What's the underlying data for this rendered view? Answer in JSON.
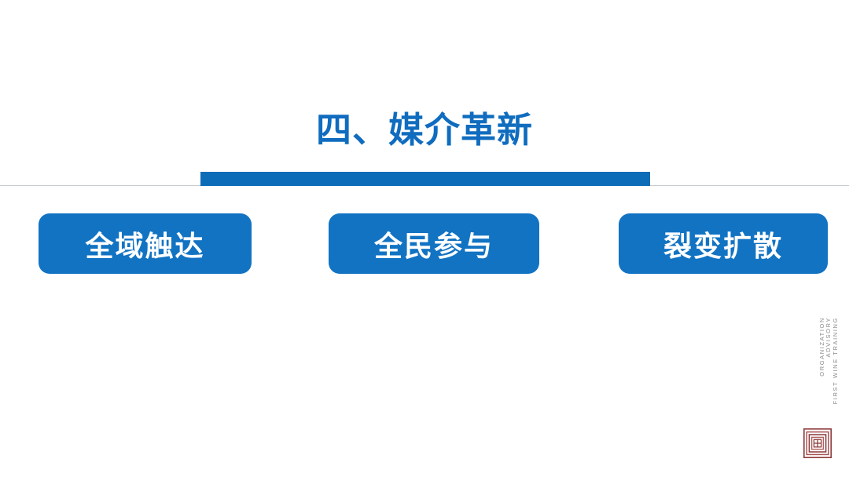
{
  "slide": {
    "background_color": "#ffffff",
    "title": "四、媒介革新",
    "title_color": "#0F6CBF",
    "accent_bar_color": "#0D6CB8",
    "rule_color": "#c9cdd2"
  },
  "pills": {
    "color": "#1273C3",
    "text_color": "#ffffff",
    "items": [
      {
        "label": "全域触达"
      },
      {
        "label": "全民参与"
      },
      {
        "label": "裂变扩散"
      }
    ]
  },
  "brand": {
    "lines": [
      "FIRST WINE TRAINING",
      "ADVISORY",
      "ORGANIZATION"
    ],
    "text_color": "#8a8a8a",
    "logo_icon": "seal-stamp-icon",
    "logo_color": "#8C3A3A"
  }
}
